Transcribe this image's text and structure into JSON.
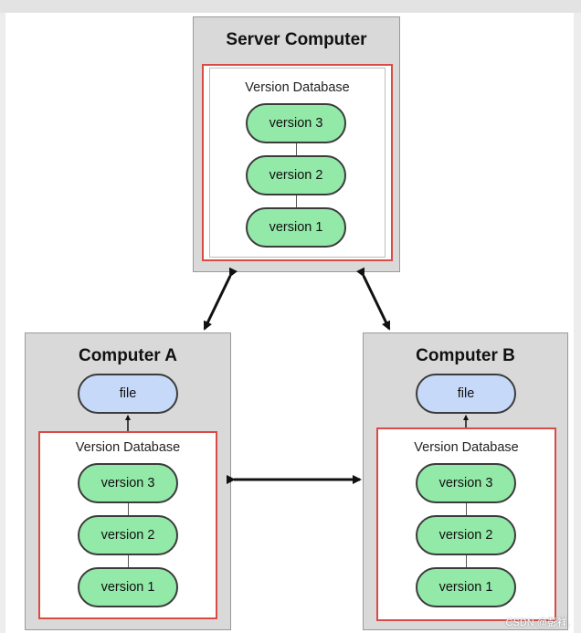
{
  "server": {
    "title": "Server Computer",
    "db_title": "Version Database",
    "versions": [
      "version 3",
      "version 2",
      "version 1"
    ]
  },
  "computer_a": {
    "title": "Computer A",
    "file_label": "file",
    "db_title": "Version Database",
    "versions": [
      "version 3",
      "version 2",
      "version 1"
    ]
  },
  "computer_b": {
    "title": "Computer B",
    "file_label": "file",
    "db_title": "Version Database",
    "versions": [
      "version 3",
      "version 2",
      "version 1"
    ]
  },
  "watermark": "CSDN @彭祥.",
  "colors": {
    "panel_bg": "#d9d9d9",
    "version_pill": "#93e9a8",
    "file_pill": "#c7d9f8",
    "highlight_border": "#d94b45"
  }
}
